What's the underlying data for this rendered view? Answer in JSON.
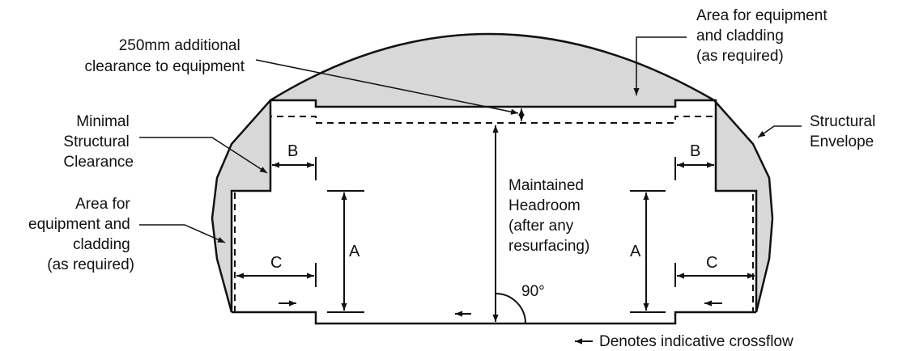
{
  "diagram": {
    "labels": {
      "clearance_250": [
        "250mm additional",
        "clearance to equipment"
      ],
      "area_top": [
        "Area for equipment",
        "and cladding",
        "(as required)"
      ],
      "minimal_structural": [
        "Minimal",
        "Structural",
        "Clearance"
      ],
      "structural_envelope": [
        "Structural",
        "Envelope"
      ],
      "area_left": [
        "Area for",
        "equipment and",
        "cladding",
        "(as required)"
      ],
      "maintained_headroom": [
        "Maintained",
        "Headroom",
        "(after any",
        "resurfacing)"
      ],
      "angle": "90°",
      "legend": "Denotes indicative crossflow"
    },
    "dimensions": {
      "a": "A",
      "b": "B",
      "c": "C"
    },
    "colors": {
      "shaded_area": "#d8d8d8",
      "line": "#111111",
      "background": "#ffffff"
    }
  }
}
